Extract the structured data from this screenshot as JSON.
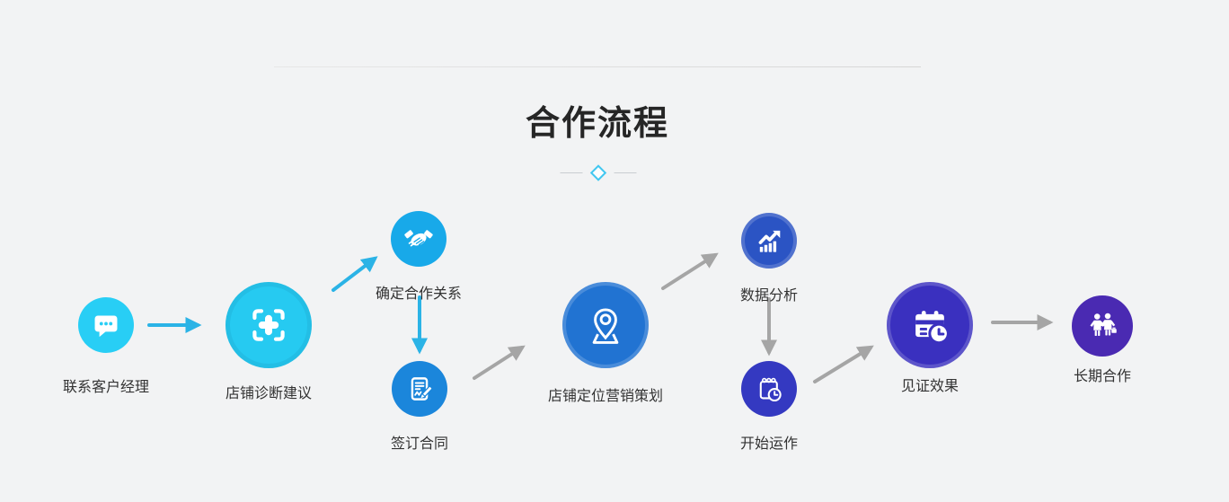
{
  "title": "合作流程",
  "palette": {
    "background": "#F2F3F4",
    "title_color": "#262626",
    "label_color": "#333333",
    "diamond_accent": "#41C7F0",
    "arrow_cyan": "#2BB3E6",
    "arrow_gray": "#A5A5A5",
    "top_rule": "#D9D9D9"
  },
  "steps": [
    {
      "label": "联系客户经理",
      "icon": "chat-bubble-icon",
      "color": "#28CEF5"
    },
    {
      "label": "店铺诊断建议",
      "icon": "scan-frame-plus-icon",
      "color": "#26CAF1"
    },
    {
      "label": "确定合作关系",
      "icon": "handshake-icon",
      "color": "#18A9E9"
    },
    {
      "label": "签订合同",
      "icon": "contract-sign-icon",
      "color": "#1B86DB"
    },
    {
      "label": "店铺定位营销策划",
      "icon": "map-pin-icon",
      "color": "#2173D2"
    },
    {
      "label": "数据分析",
      "icon": "growth-chart-icon",
      "color": "#2B54C4"
    },
    {
      "label": "开始运作",
      "icon": "calendar-clock-outline-icon",
      "color": "#3439C1"
    },
    {
      "label": "见证效果",
      "icon": "calendar-clock-icon",
      "color": "#3A30BF"
    },
    {
      "label": "长期合作",
      "icon": "business-partners-icon",
      "color": "#4A2AB2"
    }
  ],
  "arrows": [
    {
      "from": "联系客户经理",
      "to": "店铺诊断建议",
      "color": "#2BB3E6"
    },
    {
      "from": "店铺诊断建议",
      "to": "确定合作关系",
      "color": "#2BB3E6"
    },
    {
      "from": "确定合作关系",
      "to": "签订合同",
      "color": "#2BB3E6"
    },
    {
      "from": "签订合同",
      "to": "店铺定位营销策划",
      "color": "#A5A5A5"
    },
    {
      "from": "店铺定位营销策划",
      "to": "数据分析",
      "color": "#A5A5A5"
    },
    {
      "from": "数据分析",
      "to": "开始运作",
      "color": "#A5A5A5"
    },
    {
      "from": "开始运作",
      "to": "见证效果",
      "color": "#A5A5A5"
    },
    {
      "from": "见证效果",
      "to": "长期合作",
      "color": "#A5A5A5"
    }
  ]
}
